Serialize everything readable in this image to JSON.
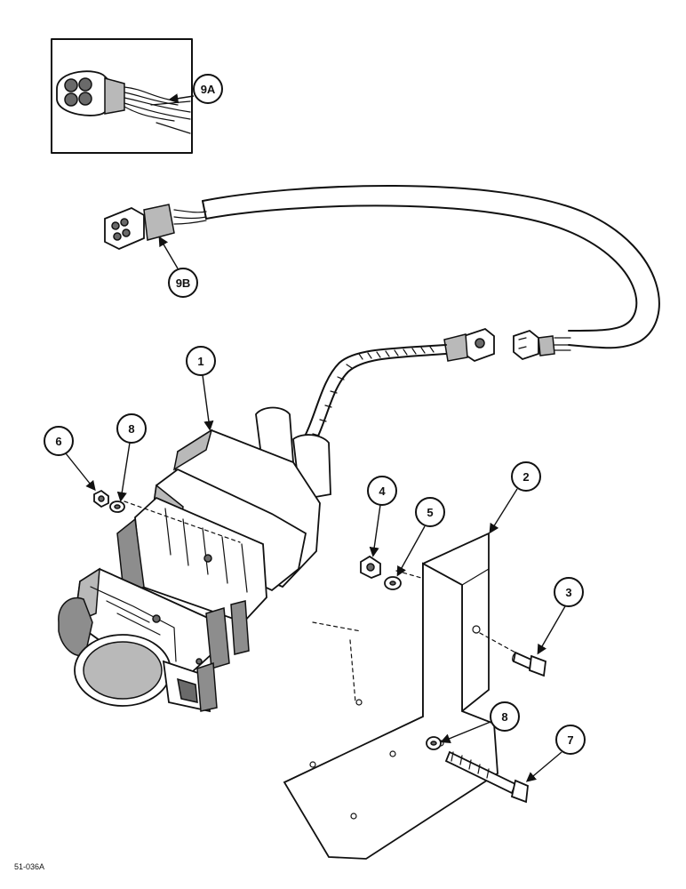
{
  "figure_id": "51-036A",
  "callouts": {
    "c1": "1",
    "c2": "2",
    "c3": "3",
    "c4": "4",
    "c5": "5",
    "c6": "6",
    "c7": "7",
    "c8a": "8",
    "c8b": "8",
    "c9a": "9A",
    "c9b": "9B"
  }
}
